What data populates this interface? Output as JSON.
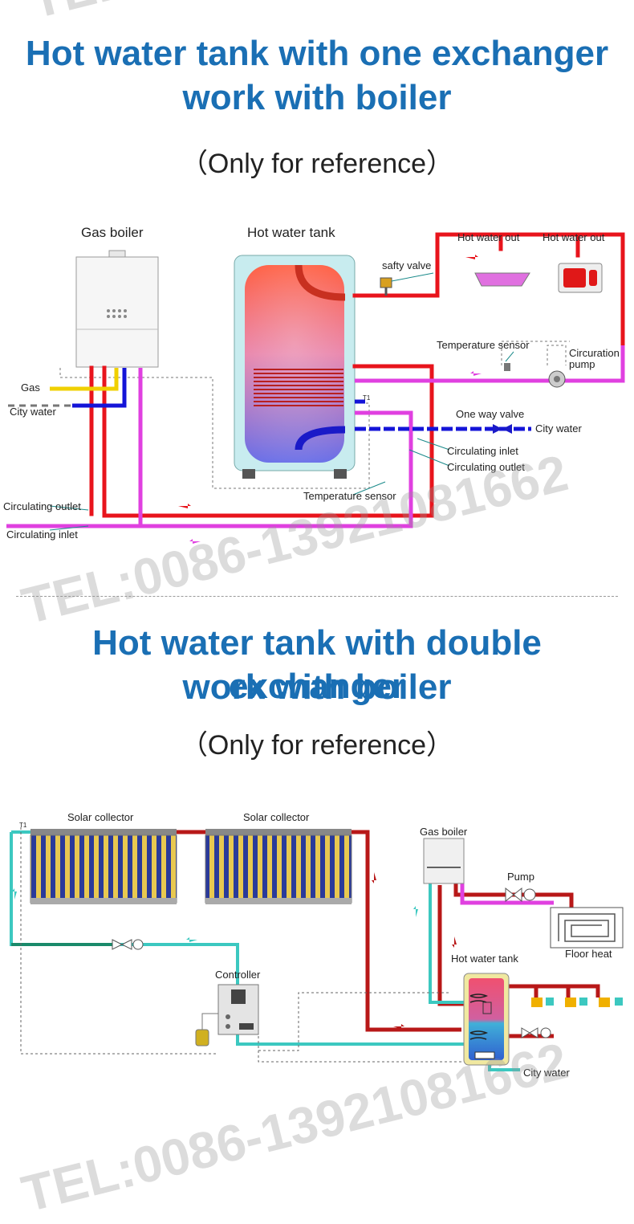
{
  "watermark": "TEL:0086-13921081662",
  "colors": {
    "title": "#1a6fb4",
    "hot_pipe": "#e8141c",
    "circ_pipe": "#e040e0",
    "cold_pipe": "#1414d8",
    "gas_pipe": "#f0d000",
    "solar_pipe": "#3cc8c0",
    "dark_red_pipe": "#b81818"
  },
  "diagram1": {
    "title_line1": "Hot water tank with one exchanger",
    "title_line2": "work with boiler",
    "subtitle": "（Only for reference）",
    "labels": {
      "gas_boiler": "Gas boiler",
      "hot_water_tank": "Hot water tank",
      "safty_valve": "safty valve",
      "hot_water_out_1": "Hot water out",
      "hot_water_out_2": "Hot water out",
      "temperature_sensor_top": "Temperature sensor",
      "circuration_pump_1": "Circuration",
      "circuration_pump_2": "pump",
      "one_way_valve": "One way valve",
      "city_water_right": "City water",
      "circulating_inlet_right": "Circulating inlet",
      "circulating_outlet_right": "Circulating outlet",
      "gas": "Gas",
      "city_water_left": "City water",
      "temperature_sensor_bottom": "Temperature sensor",
      "circulating_outlet_left": "Circulating outlet",
      "circulating_inlet_left": "Circulating inlet",
      "sensor_mark": "T1"
    }
  },
  "diagram2": {
    "title_line1": "Hot water tank with double exchanger",
    "title_line2": "work with boiler",
    "subtitle": "（Only for reference）",
    "labels": {
      "solar_collector_1": "Solar collector",
      "solar_collector_2": "Solar collector",
      "gas_boiler": "Gas boiler",
      "pump": "Pump",
      "floor_heat": "Floor heat",
      "hot_water_tank": "Hot water tank",
      "controller": "Controller",
      "city_water": "City water",
      "sensor_mark": "T1"
    }
  }
}
